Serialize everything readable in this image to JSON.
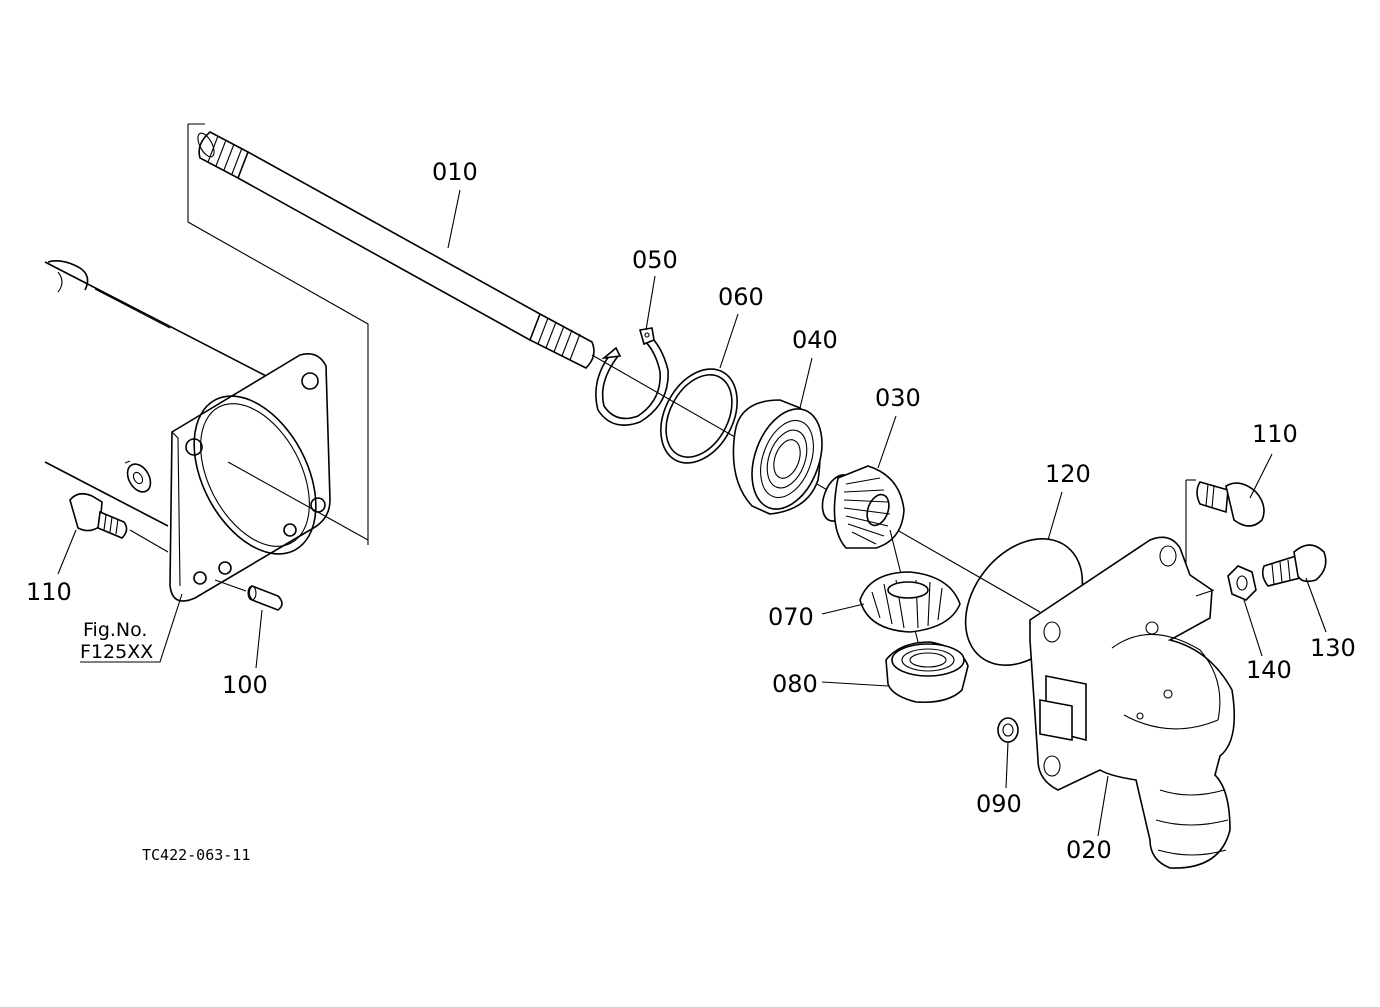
{
  "diagram": {
    "drawing_code": "TC422-063-11",
    "figure_ref": {
      "line1": "Fig.No.",
      "line2": "F125XX"
    },
    "parts": {
      "p010": "010",
      "p020": "020",
      "p030": "030",
      "p040": "040",
      "p050": "050",
      "p060": "060",
      "p070": "070",
      "p080": "080",
      "p090": "090",
      "p100": "100",
      "p110_left": "110",
      "p110_right": "110",
      "p120": "120",
      "p130": "130",
      "p140": "140"
    }
  }
}
